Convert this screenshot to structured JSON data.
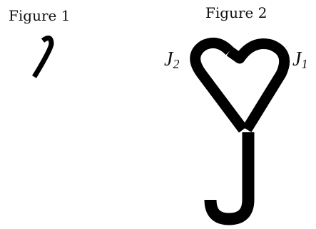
{
  "figure1": {
    "title": "Figure 1"
  },
  "figure2": {
    "title": "Figure 2",
    "label_left": {
      "letter": "J",
      "subscript": "2"
    },
    "label_right": {
      "letter": "J",
      "subscript": "1"
    }
  },
  "colors": {
    "stroke": "#000000",
    "text": "#111111",
    "background": "#ffffff"
  }
}
